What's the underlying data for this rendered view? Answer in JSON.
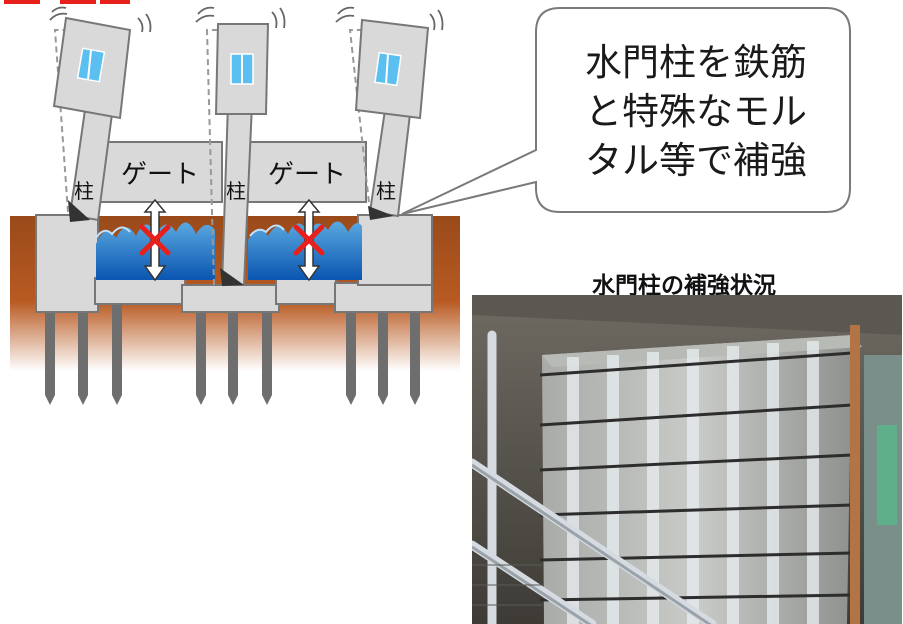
{
  "diagram": {
    "gate_label": "ゲート",
    "pillar_label": "柱"
  },
  "callout": {
    "lines": [
      "水門柱を鉄筋",
      "と特殊なモル",
      "タル等で補強"
    ]
  },
  "photo": {
    "title": "水門柱の補強状況"
  }
}
